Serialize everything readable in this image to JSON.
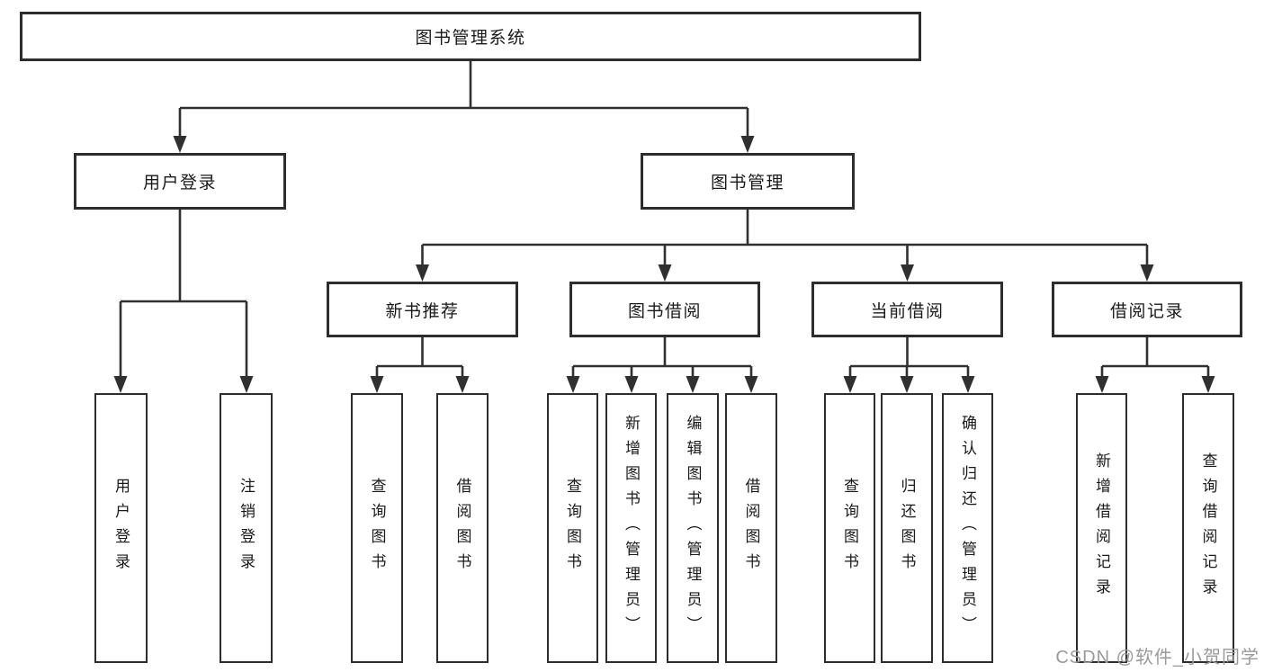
{
  "diagram": {
    "title": "图书管理系统",
    "level2": {
      "user_login": "用户登录",
      "book_management": "图书管理"
    },
    "level3": {
      "new_book": "新书推荐",
      "book_borrow": "图书借阅",
      "current_borrow": "当前借阅",
      "borrow_records": "借阅记录"
    },
    "leaves": {
      "user_login_sub": [
        "用户登录",
        "注销登录"
      ],
      "new_book_sub": [
        "查询图书",
        "借阅图书"
      ],
      "book_borrow_sub": [
        "查询图书",
        "新增图书（管理员）",
        "编辑图书（管理员）",
        "借阅图书"
      ],
      "current_borrow_sub": [
        "查询图书",
        "归还图书",
        "确认归还（管理员）"
      ],
      "borrow_records_sub": [
        "新增借阅记录",
        "查询借阅记录"
      ]
    }
  },
  "watermark": "CSDN @软件_小贺同学",
  "colors": {
    "line": "#303030",
    "box_border": "#2d2d2d",
    "box_fill": "#ffffff",
    "text": "#1a1a1a",
    "watermark": "#9a9a9a",
    "background": "#ffffff"
  }
}
